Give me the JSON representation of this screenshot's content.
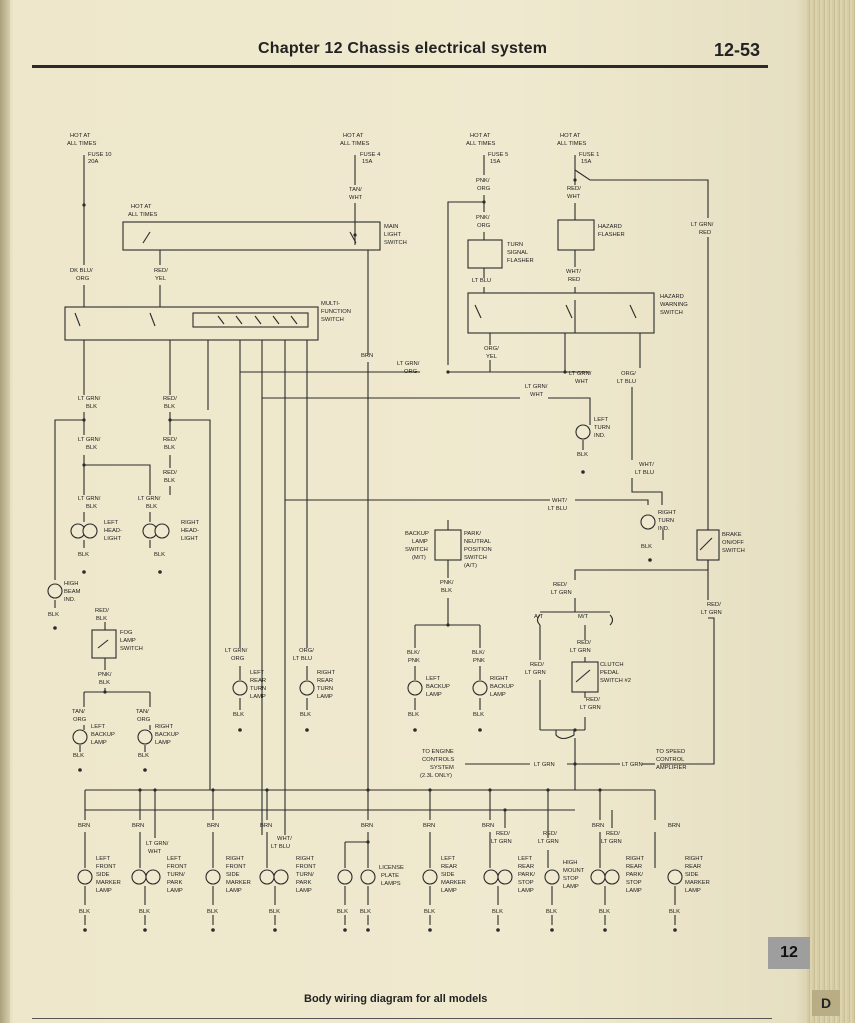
{
  "header": {
    "title": "Chapter 12  Chassis electrical system",
    "page_number": "12-53"
  },
  "footer": {
    "caption": "Body wiring diagram for all models",
    "tab_number": "12",
    "tab_letter": "D"
  },
  "diagram": {
    "labels": [
      {
        "id": "hot1a",
        "t": "HOT AT"
      },
      {
        "id": "hot1b",
        "t": "ALL TIMES"
      },
      {
        "id": "f10a",
        "t": "FUSE 10"
      },
      {
        "id": "f10b",
        "t": "20A"
      },
      {
        "id": "hot2a",
        "t": "HOT AT"
      },
      {
        "id": "hot2b",
        "t": "ALL TIMES"
      },
      {
        "id": "f4a",
        "t": "FUSE 4"
      },
      {
        "id": "f4b",
        "t": "15A"
      },
      {
        "id": "hot3a",
        "t": "HOT AT"
      },
      {
        "id": "hot3b",
        "t": "ALL TIMES"
      },
      {
        "id": "f5a",
        "t": "FUSE 5"
      },
      {
        "id": "f5b",
        "t": "15A"
      },
      {
        "id": "hot4a",
        "t": "HOT AT"
      },
      {
        "id": "hot4b",
        "t": "ALL TIMES"
      },
      {
        "id": "f1a",
        "t": "FUSE 1"
      },
      {
        "id": "f1b",
        "t": "15A"
      },
      {
        "id": "tanwht1",
        "t": "TAN/"
      },
      {
        "id": "tanwht2",
        "t": "WHT"
      },
      {
        "id": "pnkorg1",
        "t": "PNK/"
      },
      {
        "id": "pnkorg2",
        "t": "ORG"
      },
      {
        "id": "pnkorg3",
        "t": "PNK/"
      },
      {
        "id": "pnkorg4",
        "t": "ORG"
      },
      {
        "id": "redwht1",
        "t": "RED/"
      },
      {
        "id": "redwht2",
        "t": "WHT"
      },
      {
        "id": "hot5a",
        "t": "HOT AT"
      },
      {
        "id": "hot5b",
        "t": "ALL TIMES"
      },
      {
        "id": "mls1",
        "t": "MAIN"
      },
      {
        "id": "mls2",
        "t": "LIGHT"
      },
      {
        "id": "mls3",
        "t": "SWITCH"
      },
      {
        "id": "tsf1",
        "t": "TURN"
      },
      {
        "id": "tsf2",
        "t": "SIGNAL"
      },
      {
        "id": "tsf3",
        "t": "FLASHER"
      },
      {
        "id": "hf1",
        "t": "HAZARD"
      },
      {
        "id": "hf2",
        "t": "FLASHER"
      },
      {
        "id": "ltgrnred1",
        "t": "LT GRN/"
      },
      {
        "id": "ltgrnred2",
        "t": "RED"
      },
      {
        "id": "dkblu1",
        "t": "DK BLU/"
      },
      {
        "id": "dkblu2",
        "t": "ORG"
      },
      {
        "id": "redyel1",
        "t": "RED/"
      },
      {
        "id": "redyel2",
        "t": "YEL"
      },
      {
        "id": "ltblu1",
        "t": "LT BLU"
      },
      {
        "id": "whtred1",
        "t": "WHT/"
      },
      {
        "id": "whtred2",
        "t": "RED"
      },
      {
        "id": "hws1",
        "t": "HAZARD"
      },
      {
        "id": "hws2",
        "t": "WARNING"
      },
      {
        "id": "hws3",
        "t": "SWITCH"
      },
      {
        "id": "mfs1",
        "t": "MULTI-"
      },
      {
        "id": "mfs2",
        "t": "FUNCTION"
      },
      {
        "id": "mfs3",
        "t": "SWITCH"
      },
      {
        "id": "brn1",
        "t": "BRN"
      },
      {
        "id": "ltgo1",
        "t": "LT GRN/"
      },
      {
        "id": "ltgo2",
        "t": "ORG"
      },
      {
        "id": "orgyel1",
        "t": "ORG/"
      },
      {
        "id": "orgyel2",
        "t": "YEL"
      },
      {
        "id": "ltgw1",
        "t": "LT GRN/"
      },
      {
        "id": "ltgw2",
        "t": "WHT"
      },
      {
        "id": "ltgw3",
        "t": "LT GRN/"
      },
      {
        "id": "ltgw4",
        "t": "WHT"
      },
      {
        "id": "orglb1",
        "t": "ORG/"
      },
      {
        "id": "orglb2",
        "t": "LT BLU"
      },
      {
        "id": "ltgb1",
        "t": "LT GRN/"
      },
      {
        "id": "ltgb2",
        "t": "BLK"
      },
      {
        "id": "redblk1",
        "t": "RED/"
      },
      {
        "id": "redblk2",
        "t": "BLK"
      },
      {
        "id": "ltgb3",
        "t": "LT GRN/"
      },
      {
        "id": "ltgb4",
        "t": "BLK"
      },
      {
        "id": "redblk3",
        "t": "RED/"
      },
      {
        "id": "redblk4",
        "t": "BLK"
      },
      {
        "id": "redblk5",
        "t": "RED/"
      },
      {
        "id": "redblk6",
        "t": "BLK"
      },
      {
        "id": "lti1",
        "t": "LEFT"
      },
      {
        "id": "lti2",
        "t": "TURN"
      },
      {
        "id": "lti3",
        "t": "IND."
      },
      {
        "id": "blk_lti",
        "t": "BLK"
      },
      {
        "id": "whtlb1",
        "t": "WHT/"
      },
      {
        "id": "whtlb2",
        "t": "LT BLU"
      },
      {
        "id": "ltgb5",
        "t": "LT GRN/"
      },
      {
        "id": "ltgb6",
        "t": "BLK"
      },
      {
        "id": "ltgb7",
        "t": "LT GRN/"
      },
      {
        "id": "ltgb8",
        "t": "BLK"
      },
      {
        "id": "whtlb3",
        "t": "WHT/"
      },
      {
        "id": "whtlb4",
        "t": "LT BLU"
      },
      {
        "id": "lhl1",
        "t": "LEFT"
      },
      {
        "id": "lhl2",
        "t": "HEAD-"
      },
      {
        "id": "lhl3",
        "t": "LIGHT"
      },
      {
        "id": "rhl1",
        "t": "RIGHT"
      },
      {
        "id": "rhl2",
        "t": "HEAD-"
      },
      {
        "id": "rhl3",
        "t": "LIGHT"
      },
      {
        "id": "blk_lhl",
        "t": "BLK"
      },
      {
        "id": "blk_rhl",
        "t": "BLK"
      },
      {
        "id": "rti1",
        "t": "RIGHT"
      },
      {
        "id": "rti2",
        "t": "TURN"
      },
      {
        "id": "rti3",
        "t": "IND."
      },
      {
        "id": "blk_rti",
        "t": "BLK"
      },
      {
        "id": "bls1",
        "t": "BACKUP"
      },
      {
        "id": "bls2",
        "t": "LAMP"
      },
      {
        "id": "bls3",
        "t": "SWITCH"
      },
      {
        "id": "bls4",
        "t": "(M/T)"
      },
      {
        "id": "pns1",
        "t": "PARK/"
      },
      {
        "id": "pns2",
        "t": "NEUTRAL"
      },
      {
        "id": "pns3",
        "t": "POSITION"
      },
      {
        "id": "pns4",
        "t": "SWITCH"
      },
      {
        "id": "pns5",
        "t": "(A/T)"
      },
      {
        "id": "bs1",
        "t": "BRAKE"
      },
      {
        "id": "bs2",
        "t": "ON/OFF"
      },
      {
        "id": "bs3",
        "t": "SWITCH"
      },
      {
        "id": "hb1",
        "t": "HIGH"
      },
      {
        "id": "hb2",
        "t": "BEAM"
      },
      {
        "id": "hb3",
        "t": "IND."
      },
      {
        "id": "blk_hb",
        "t": "BLK"
      },
      {
        "id": "redblk7",
        "t": "RED/"
      },
      {
        "id": "redblk8",
        "t": "BLK"
      },
      {
        "id": "fog1",
        "t": "FOG"
      },
      {
        "id": "fog2",
        "t": "LAMP"
      },
      {
        "id": "fog3",
        "t": "SWITCH"
      },
      {
        "id": "pnkblk1",
        "t": "PNK/"
      },
      {
        "id": "pnkblk2",
        "t": "BLK"
      },
      {
        "id": "pnkblk3",
        "t": "PNK/"
      },
      {
        "id": "pnkblk4",
        "t": "BLK"
      },
      {
        "id": "redlg1",
        "t": "RED/"
      },
      {
        "id": "redlg2",
        "t": "LT GRN"
      },
      {
        "id": "at1",
        "t": "A/T"
      },
      {
        "id": "mt1",
        "t": "M/T"
      },
      {
        "id": "redlg3",
        "t": "RED/"
      },
      {
        "id": "redlg4",
        "t": "LT GRN"
      },
      {
        "id": "redlg5",
        "t": "RED/"
      },
      {
        "id": "redlg6",
        "t": "LT GRN"
      },
      {
        "id": "redlg7",
        "t": "RED/"
      },
      {
        "id": "redlg8",
        "t": "LT GRN"
      },
      {
        "id": "redlg9",
        "t": "RED/"
      },
      {
        "id": "redlg10",
        "t": "LT GRN"
      },
      {
        "id": "cps1",
        "t": "CLUTCH"
      },
      {
        "id": "cps2",
        "t": "PEDAL"
      },
      {
        "id": "cps3",
        "t": "SWITCH #2"
      },
      {
        "id": "ltgo3",
        "t": "LT GRN/"
      },
      {
        "id": "ltgo4",
        "t": "ORG"
      },
      {
        "id": "orglb3",
        "t": "ORG/"
      },
      {
        "id": "orglb4",
        "t": "LT BLU"
      },
      {
        "id": "lrt1",
        "t": "LEFT"
      },
      {
        "id": "lrt2",
        "t": "REAR"
      },
      {
        "id": "lrt3",
        "t": "TURN"
      },
      {
        "id": "lrt4",
        "t": "LAMP"
      },
      {
        "id": "rrt1",
        "t": "RIGHT"
      },
      {
        "id": "rrt2",
        "t": "REAR"
      },
      {
        "id": "rrt3",
        "t": "TURN"
      },
      {
        "id": "rrt4",
        "t": "LAMP"
      },
      {
        "id": "blk_lrt",
        "t": "BLK"
      },
      {
        "id": "blk_rrt",
        "t": "BLK"
      },
      {
        "id": "blkpnk1",
        "t": "BLK/"
      },
      {
        "id": "blkpnk2",
        "t": "PNK"
      },
      {
        "id": "blkpnk3",
        "t": "BLK/"
      },
      {
        "id": "blkpnk4",
        "t": "PNK"
      },
      {
        "id": "lbl1",
        "t": "LEFT"
      },
      {
        "id": "lbl2",
        "t": "BACKUP"
      },
      {
        "id": "lbl3",
        "t": "LAMP"
      },
      {
        "id": "rbl1",
        "t": "RIGHT"
      },
      {
        "id": "rbl2",
        "t": "BACKUP"
      },
      {
        "id": "rbl3",
        "t": "LAMP"
      },
      {
        "id": "blk_lbl",
        "t": "BLK"
      },
      {
        "id": "blk_rbl",
        "t": "BLK"
      },
      {
        "id": "tanorg1",
        "t": "TAN/"
      },
      {
        "id": "tanorg2",
        "t": "ORG"
      },
      {
        "id": "tanorg3",
        "t": "TAN/"
      },
      {
        "id": "tanorg4",
        "t": "ORG"
      },
      {
        "id": "lfb1",
        "t": "LEFT"
      },
      {
        "id": "lfb2",
        "t": "BACKUP"
      },
      {
        "id": "lfb3",
        "t": "LAMP"
      },
      {
        "id": "rfb1",
        "t": "RIGHT"
      },
      {
        "id": "rfb2",
        "t": "BACKUP"
      },
      {
        "id": "rfb3",
        "t": "LAMP"
      },
      {
        "id": "blk_lfb",
        "t": "BLK"
      },
      {
        "id": "blk_rfb",
        "t": "BLK"
      },
      {
        "id": "tec1",
        "t": "TO ENGINE"
      },
      {
        "id": "tec2",
        "t": "CONTROLS"
      },
      {
        "id": "tec3",
        "t": "SYSTEM"
      },
      {
        "id": "tec4",
        "t": "(2.3L ONLY)"
      },
      {
        "id": "ltgrn1",
        "t": "LT GRN"
      },
      {
        "id": "ltgrn2",
        "t": "LT GRN"
      },
      {
        "id": "tsc1",
        "t": "TO SPEED"
      },
      {
        "id": "tsc2",
        "t": "CONTROL"
      },
      {
        "id": "tsc3",
        "t": "AMPLIFIER"
      },
      {
        "id": "brn_a",
        "t": "BRN"
      },
      {
        "id": "brn_b",
        "t": "BRN"
      },
      {
        "id": "brn_c",
        "t": "BRN"
      },
      {
        "id": "brn_d",
        "t": "BRN"
      },
      {
        "id": "brn_e",
        "t": "BRN"
      },
      {
        "id": "brn_f",
        "t": "BRN"
      },
      {
        "id": "brn_g",
        "t": "BRN"
      },
      {
        "id": "brn_h",
        "t": "BRN"
      },
      {
        "id": "brn_i",
        "t": "BRN"
      },
      {
        "id": "ltgw5",
        "t": "LT GRN/"
      },
      {
        "id": "ltgw6",
        "t": "WHT"
      },
      {
        "id": "whtlb5",
        "t": "WHT/"
      },
      {
        "id": "whtlb6",
        "t": "LT BLU"
      },
      {
        "id": "redlg11",
        "t": "RED/"
      },
      {
        "id": "redlg12",
        "t": "LT GRN"
      },
      {
        "id": "redlg13",
        "t": "RED/"
      },
      {
        "id": "redlg14",
        "t": "LT GRN"
      },
      {
        "id": "redlg15",
        "t": "RED/"
      },
      {
        "id": "redlg16",
        "t": "LT GRN"
      },
      {
        "id": "lfs1",
        "t": "LEFT"
      },
      {
        "id": "lfs2",
        "t": "FRONT"
      },
      {
        "id": "lfs3",
        "t": "SIDE"
      },
      {
        "id": "lfs4",
        "t": "MARKER"
      },
      {
        "id": "lfs5",
        "t": "LAMP"
      },
      {
        "id": "lft1",
        "t": "LEFT"
      },
      {
        "id": "lft2",
        "t": "FRONT"
      },
      {
        "id": "lft3",
        "t": "TURN/"
      },
      {
        "id": "lft4",
        "t": "PARK"
      },
      {
        "id": "lft5",
        "t": "LAMP"
      },
      {
        "id": "rfs1",
        "t": "RIGHT"
      },
      {
        "id": "rfs2",
        "t": "FRONT"
      },
      {
        "id": "rfs3",
        "t": "SIDE"
      },
      {
        "id": "rfs4",
        "t": "MARKER"
      },
      {
        "id": "rfs5",
        "t": "LAMP"
      },
      {
        "id": "rft1",
        "t": "RIGHT"
      },
      {
        "id": "rft2",
        "t": "FRONT"
      },
      {
        "id": "rft3",
        "t": "TURN/"
      },
      {
        "id": "rft4",
        "t": "PARK"
      },
      {
        "id": "rft5",
        "t": "LAMP"
      },
      {
        "id": "lic1",
        "t": "LICENSE"
      },
      {
        "id": "lic2",
        "t": "PLATE"
      },
      {
        "id": "lic3",
        "t": "LAMPS"
      },
      {
        "id": "lrs1",
        "t": "LEFT"
      },
      {
        "id": "lrs2",
        "t": "REAR"
      },
      {
        "id": "lrs3",
        "t": "SIDE"
      },
      {
        "id": "lrs4",
        "t": "MARKER"
      },
      {
        "id": "lrs5",
        "t": "LAMP"
      },
      {
        "id": "lrp1",
        "t": "LEFT"
      },
      {
        "id": "lrp2",
        "t": "REAR"
      },
      {
        "id": "lrp3",
        "t": "PARK/"
      },
      {
        "id": "lrp4",
        "t": "STOP"
      },
      {
        "id": "lrp5",
        "t": "LAMP"
      },
      {
        "id": "hms1",
        "t": "HIGH"
      },
      {
        "id": "hms2",
        "t": "MOUNT"
      },
      {
        "id": "hms3",
        "t": "STOP"
      },
      {
        "id": "hms4",
        "t": "LAMP"
      },
      {
        "id": "rrp1",
        "t": "RIGHT"
      },
      {
        "id": "rrp2",
        "t": "REAR"
      },
      {
        "id": "rrp3",
        "t": "PARK/"
      },
      {
        "id": "rrp4",
        "t": "STOP"
      },
      {
        "id": "rrp5",
        "t": "LAMP"
      },
      {
        "id": "rrs1",
        "t": "RIGHT"
      },
      {
        "id": "rrs2",
        "t": "REAR"
      },
      {
        "id": "rrs3",
        "t": "SIDE"
      },
      {
        "id": "rrs4",
        "t": "MARKER"
      },
      {
        "id": "rrs5",
        "t": "LAMP"
      },
      {
        "id": "blk_1",
        "t": "BLK"
      },
      {
        "id": "blk_2",
        "t": "BLK"
      },
      {
        "id": "blk_3",
        "t": "BLK"
      },
      {
        "id": "blk_4",
        "t": "BLK"
      },
      {
        "id": "blk_5",
        "t": "BLK"
      },
      {
        "id": "blk_6",
        "t": "BLK"
      },
      {
        "id": "blk_7",
        "t": "BLK"
      },
      {
        "id": "blk_8",
        "t": "BLK"
      },
      {
        "id": "blk_9",
        "t": "BLK"
      },
      {
        "id": "blk_10",
        "t": "BLK"
      },
      {
        "id": "blk_11",
        "t": "BLK"
      }
    ]
  }
}
